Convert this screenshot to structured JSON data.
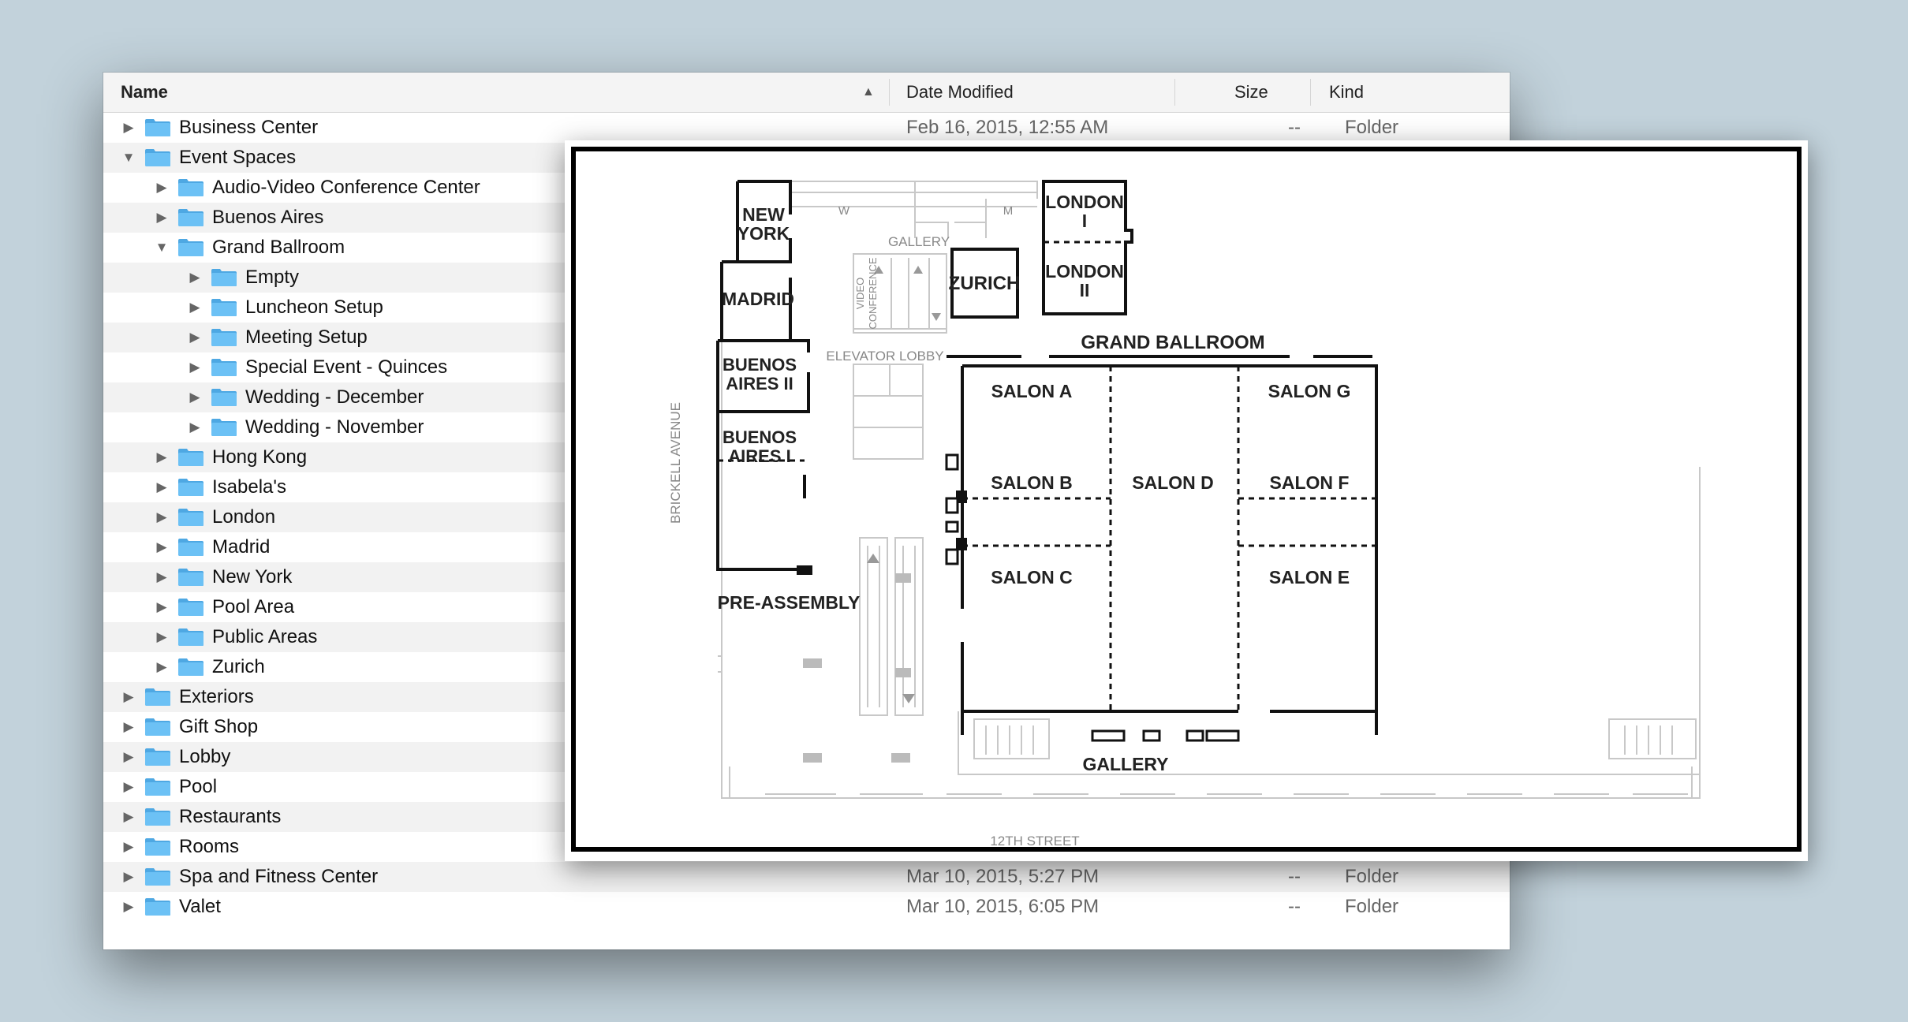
{
  "finder": {
    "columns": {
      "name": "Name",
      "date": "Date Modified",
      "size": "Size",
      "kind": "Kind"
    },
    "rows": [
      {
        "name": "Business Center",
        "level": 0,
        "expanded": false,
        "date": "Feb 16, 2015, 12:55 AM",
        "size": "--",
        "kind": "Folder"
      },
      {
        "name": "Event Spaces",
        "level": 0,
        "expanded": true,
        "date": "",
        "size": "",
        "kind": ""
      },
      {
        "name": "Audio-Video Conference Center",
        "level": 1,
        "expanded": false,
        "date": "",
        "size": "",
        "kind": ""
      },
      {
        "name": "Buenos Aires",
        "level": 1,
        "expanded": false,
        "date": "",
        "size": "",
        "kind": ""
      },
      {
        "name": "Grand Ballroom",
        "level": 1,
        "expanded": true,
        "date": "",
        "size": "",
        "kind": ""
      },
      {
        "name": "Empty",
        "level": 2,
        "expanded": false,
        "date": "",
        "size": "",
        "kind": ""
      },
      {
        "name": "Luncheon Setup",
        "level": 2,
        "expanded": false,
        "date": "",
        "size": "",
        "kind": ""
      },
      {
        "name": "Meeting Setup",
        "level": 2,
        "expanded": false,
        "date": "",
        "size": "",
        "kind": ""
      },
      {
        "name": "Special Event - Quinces",
        "level": 2,
        "expanded": false,
        "date": "",
        "size": "",
        "kind": ""
      },
      {
        "name": "Wedding - December",
        "level": 2,
        "expanded": false,
        "date": "",
        "size": "",
        "kind": ""
      },
      {
        "name": "Wedding - November",
        "level": 2,
        "expanded": false,
        "date": "",
        "size": "",
        "kind": ""
      },
      {
        "name": "Hong Kong",
        "level": 1,
        "expanded": false,
        "date": "",
        "size": "",
        "kind": ""
      },
      {
        "name": "Isabela's",
        "level": 1,
        "expanded": false,
        "date": "",
        "size": "",
        "kind": ""
      },
      {
        "name": "London",
        "level": 1,
        "expanded": false,
        "date": "",
        "size": "",
        "kind": ""
      },
      {
        "name": "Madrid",
        "level": 1,
        "expanded": false,
        "date": "",
        "size": "",
        "kind": ""
      },
      {
        "name": "New York",
        "level": 1,
        "expanded": false,
        "date": "",
        "size": "",
        "kind": ""
      },
      {
        "name": "Pool Area",
        "level": 1,
        "expanded": false,
        "date": "",
        "size": "",
        "kind": ""
      },
      {
        "name": "Public Areas",
        "level": 1,
        "expanded": false,
        "date": "",
        "size": "",
        "kind": ""
      },
      {
        "name": "Zurich",
        "level": 1,
        "expanded": false,
        "date": "",
        "size": "",
        "kind": ""
      },
      {
        "name": "Exteriors",
        "level": 0,
        "expanded": false,
        "date": "",
        "size": "",
        "kind": ""
      },
      {
        "name": "Gift Shop",
        "level": 0,
        "expanded": false,
        "date": "",
        "size": "",
        "kind": ""
      },
      {
        "name": "Lobby",
        "level": 0,
        "expanded": false,
        "date": "",
        "size": "",
        "kind": ""
      },
      {
        "name": "Pool",
        "level": 0,
        "expanded": false,
        "date": "",
        "size": "",
        "kind": ""
      },
      {
        "name": "Restaurants",
        "level": 0,
        "expanded": false,
        "date": "",
        "size": "",
        "kind": ""
      },
      {
        "name": "Rooms",
        "level": 0,
        "expanded": false,
        "date": "",
        "size": "",
        "kind": ""
      },
      {
        "name": "Spa and Fitness Center",
        "level": 0,
        "expanded": false,
        "date": "Mar 10, 2015, 5:27 PM",
        "size": "--",
        "kind": "Folder"
      },
      {
        "name": "Valet",
        "level": 0,
        "expanded": false,
        "date": "Mar 10, 2015, 6:05 PM",
        "size": "--",
        "kind": "Folder"
      }
    ]
  },
  "floorplan": {
    "new_york": [
      "NEW",
      "YORK"
    ],
    "madrid": "MADRID",
    "buenos_aires_ii": [
      "BUENOS",
      "AIRES II"
    ],
    "buenos_aires_i": [
      "BUENOS",
      "AIRES I"
    ],
    "london_i": [
      "LONDON",
      "I"
    ],
    "london_ii": [
      "LONDON",
      "II"
    ],
    "zurich": "ZURICH",
    "video_conference": [
      "VIDEO",
      "CONFERENCE"
    ],
    "gallery_top": "GALLERY",
    "w": "W",
    "m": "M",
    "elevator_lobby": "ELEVATOR LOBBY",
    "grand_ballroom": "GRAND BALLROOM",
    "salon_a": "SALON A",
    "salon_b": "SALON B",
    "salon_c": "SALON C",
    "salon_d": "SALON D",
    "salon_e": "SALON E",
    "salon_f": "SALON F",
    "salon_g": "SALON G",
    "pre_assembly": "PRE-ASSEMBLY",
    "gallery_bottom": "GALLERY",
    "brickell_avenue": "BRICKELL AVENUE",
    "twelfth_street": "12TH STREET"
  },
  "colors": {
    "folder_blue": "#6cc1f5",
    "folder_tab": "#4ea8e3",
    "background": "#c2d2db"
  }
}
